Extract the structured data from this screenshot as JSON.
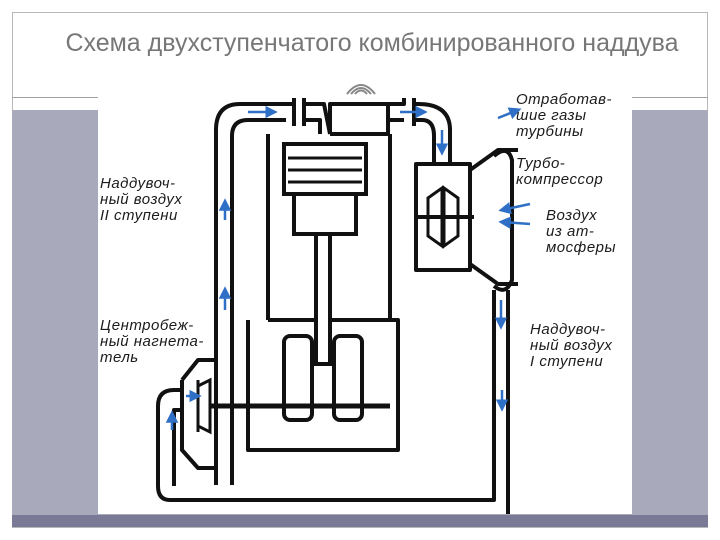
{
  "slide": {
    "title": "Схема двухступенчатого комбинированного наддува"
  },
  "diagram": {
    "labels": {
      "exhaust": "Отработав-\nшие газы\nтурбины",
      "turbo": "Турбо-\nкомпрессор",
      "air_in": "Воздух\nиз ат-\nмосферы",
      "stage2": "Наддувоч-\nный воздух\nII ступени",
      "stage1": "Наддувоч-\nный воздух\nI ступени",
      "blower": "Центробеж-\nный нагнета-\nтель"
    }
  }
}
